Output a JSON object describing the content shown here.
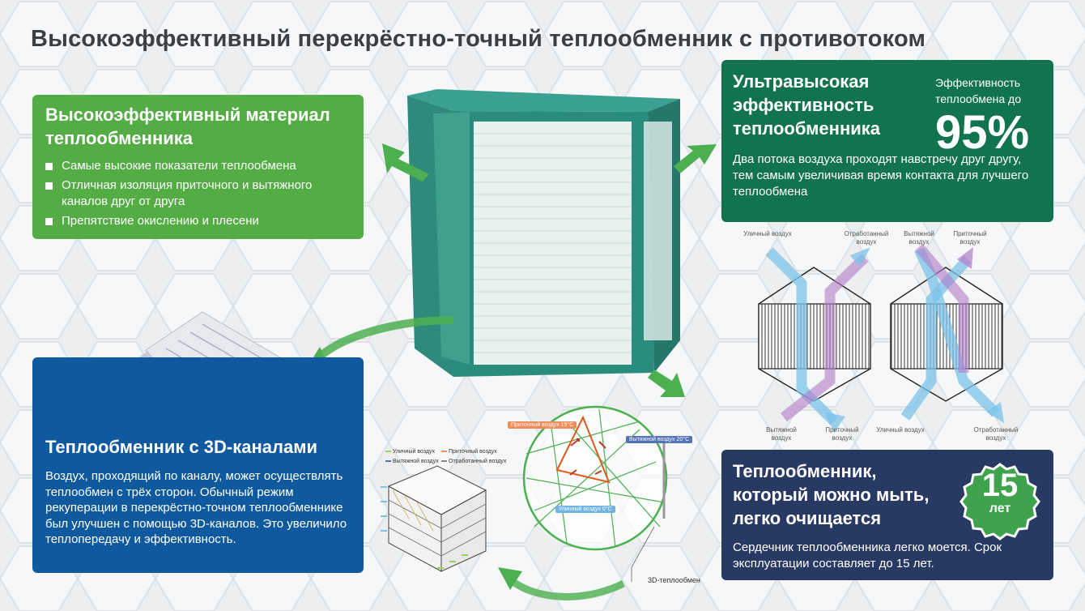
{
  "title": "Высокоэффективный перекрёстно-точный теплообменник с противотоком",
  "material_panel": {
    "heading_line1": "Высокоэффективный материал",
    "heading_line2": "теплообменника",
    "bullets": [
      "Самые высокие показатели теплообмена",
      "Отличная изоляция приточного и вытяжного каналов друг от друга",
      "Препятствие окислению и плесени"
    ]
  },
  "efficiency_panel": {
    "heading_line1": "Ультравысокая",
    "heading_line2": "эффективность",
    "heading_line3": "теплообменника",
    "efficiency_label": "Эффективность теплообмена до",
    "efficiency_value": "95%",
    "description": "Два потока воздуха проходят навстречу друг другу, тем самым увеличивая время контакта для лучшего теплообмена"
  },
  "flow_diagram": {
    "left": {
      "top_left": "Уличный воздух",
      "top_right": "Отработанный воздух",
      "bottom_left": "Вытяжной воздух",
      "bottom_right": "Приточный воздух"
    },
    "right": {
      "top_left": "Вытяжной воздух",
      "top_right": "Приточный воздух",
      "bottom_left": "Уличный воздух",
      "bottom_right": "Отработанный воздух"
    }
  },
  "channels_panel": {
    "heading": "Теплообменник с 3D-каналами",
    "description": "Воздух, проходящий по каналу, может осуществлять теплообмен с трёх сторон. Обычный режим рекуперации в перекрёстно-точном теплообменнике был улучшен с помощью 3D-каналов. Это увеличило теплопередачу и эффективность."
  },
  "legend": {
    "outdoor": "Уличный воздух",
    "supply": "Приточный воздух",
    "exhaust": "Вытяжной воздух",
    "waste": "Отработанный воздух"
  },
  "temperatures": {
    "supply": "Приточный воздух 15°C",
    "exhaust": "Вытяжной воздух 20°C",
    "outdoor": "Уличный воздух 0°C"
  },
  "caption_3d": "3D-теплообмен",
  "washable_panel": {
    "heading_line1": "Теплообменник,",
    "heading_line2": "который можно мыть,",
    "heading_line3": "легко очищается",
    "description": "Сердечник теплообменника легко моется. Срок эксплуатации составляет до 15 лет.",
    "badge_value": "15",
    "badge_unit": "лет"
  },
  "colors": {
    "green": "#54ac45",
    "dark_green": "#12744e",
    "blue": "#0f5a9e",
    "navy": "#283a63",
    "arrow_green": "#4caf50",
    "flow_blue": "#7cc3ea",
    "flow_purple": "#b07cc6"
  }
}
